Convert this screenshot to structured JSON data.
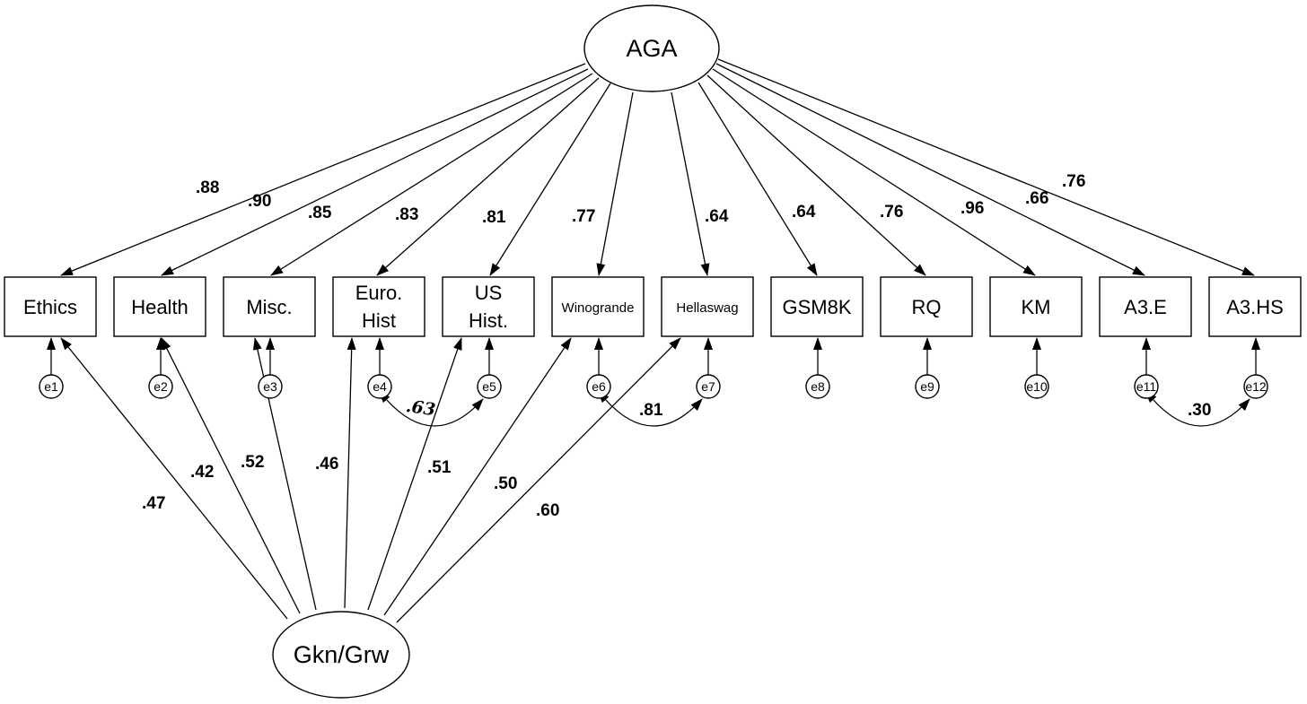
{
  "factors": {
    "aga": "AGA",
    "gkn": "Gkn/Grw"
  },
  "indicators": [
    {
      "id": "ethics",
      "label": "Ethics",
      "error": "e1",
      "aga_loading": ".88",
      "gkn_loading": ".47"
    },
    {
      "id": "health",
      "label": "Health",
      "error": "e2",
      "aga_loading": ".90",
      "gkn_loading": ".42"
    },
    {
      "id": "misc",
      "label": "Misc.",
      "error": "e3",
      "aga_loading": ".85",
      "gkn_loading": ".52"
    },
    {
      "id": "euro-hist",
      "label_lines": [
        "Euro.",
        "Hist"
      ],
      "error": "e4",
      "aga_loading": ".83",
      "gkn_loading": ".46"
    },
    {
      "id": "us-hist",
      "label_lines": [
        "US",
        "Hist."
      ],
      "error": "e5",
      "aga_loading": ".81",
      "gkn_loading": ".51"
    },
    {
      "id": "winogrande",
      "label": "Winogrande",
      "error": "e6",
      "aga_loading": ".77",
      "gkn_loading": ".50"
    },
    {
      "id": "hellaswag",
      "label": "Hellaswag",
      "error": "e7",
      "aga_loading": ".64",
      "gkn_loading": ".60"
    },
    {
      "id": "gsm8k",
      "label": "GSM8K",
      "error": "e8",
      "aga_loading": ".64"
    },
    {
      "id": "rq",
      "label": "RQ",
      "error": "e9",
      "aga_loading": ".76"
    },
    {
      "id": "km",
      "label": "KM",
      "error": "e10",
      "aga_loading": ".96"
    },
    {
      "id": "a3e",
      "label": "A3.E",
      "error": "e11",
      "aga_loading": ".66"
    },
    {
      "id": "a3hs",
      "label": "A3.HS",
      "error": "e12",
      "aga_loading": ".76"
    }
  ],
  "covariances": [
    {
      "between": [
        "e4",
        "e5"
      ],
      "value": ".63"
    },
    {
      "between": [
        "e6",
        "e7"
      ],
      "value": ".81"
    },
    {
      "between": [
        "e11",
        "e12"
      ],
      "value": ".30"
    }
  ]
}
